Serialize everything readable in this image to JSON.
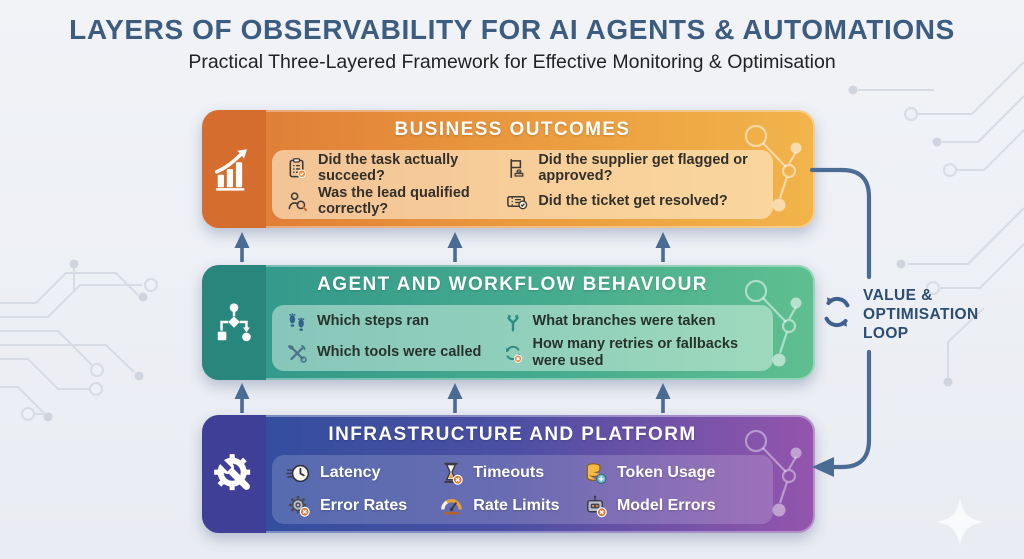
{
  "header": {
    "title": "LAYERS OF OBSERVABILITY FOR AI AGENTS & AUTOMATIONS",
    "subtitle": "Practical Three-Layered Framework for Effective Monitoring & Optimisation"
  },
  "layers": [
    {
      "title": "BUSINESS OUTCOMES",
      "strip_icon": "bar-chart-growth-icon",
      "items": [
        {
          "icon": "task-checklist-icon",
          "text": "Did the task actually succeed?"
        },
        {
          "icon": "lead-qualified-icon",
          "text": "Was the lead qualified correctly?"
        },
        {
          "icon": "supplier-flag-icon",
          "text": "Did the supplier get flagged or approved?"
        },
        {
          "icon": "ticket-resolved-icon",
          "text": "Did the ticket get resolved?"
        }
      ]
    },
    {
      "title": "AGENT AND WORKFLOW BEHAVIOUR",
      "strip_icon": "workflow-icon",
      "items": [
        {
          "icon": "footprints-icon",
          "text": "Which steps ran"
        },
        {
          "icon": "tools-icon",
          "text": "Which tools were called"
        },
        {
          "icon": "branch-icon",
          "text": "What branches were taken"
        },
        {
          "icon": "retry-icon",
          "text": "How many retries or fallbacks were used"
        }
      ]
    },
    {
      "title": "INFRASTRUCTURE AND PLATFORM",
      "strip_icon": "gear-wrench-icon",
      "items": [
        {
          "icon": "latency-icon",
          "text": "Latency"
        },
        {
          "icon": "error-rates-icon",
          "text": "Error Rates"
        },
        {
          "icon": "timeouts-icon",
          "text": "Timeouts"
        },
        {
          "icon": "rate-limits-icon",
          "text": "Rate Limits"
        },
        {
          "icon": "token-usage-icon",
          "text": "Token Usage"
        },
        {
          "icon": "model-errors-icon",
          "text": "Model Errors"
        }
      ]
    }
  ],
  "loop": {
    "icon": "refresh-loop-icon",
    "label": "VALUE & OPTIMISATION LOOP"
  },
  "colors": {
    "background": "#eef0f5",
    "title_text": "#3c5d80",
    "arrow": "#4a6b94",
    "layer_business_gradient": [
      "#dd7836",
      "#f2b44b"
    ],
    "layer_agent_gradient": [
      "#2f958a",
      "#5fbf90"
    ],
    "layer_infra_gradient": [
      "#2e4e9e",
      "#9455ad"
    ]
  }
}
